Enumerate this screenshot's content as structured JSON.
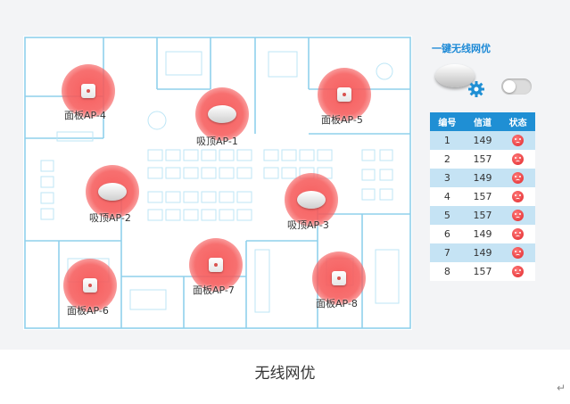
{
  "panel": {
    "title": "一键无线网优",
    "toggle_on": false,
    "table": {
      "headers": [
        "编号",
        "信道",
        "状态"
      ],
      "rows": [
        {
          "id": "1",
          "channel": "149",
          "status": "bad"
        },
        {
          "id": "2",
          "channel": "157",
          "status": "bad"
        },
        {
          "id": "3",
          "channel": "149",
          "status": "bad"
        },
        {
          "id": "4",
          "channel": "157",
          "status": "bad"
        },
        {
          "id": "5",
          "channel": "157",
          "status": "bad"
        },
        {
          "id": "6",
          "channel": "149",
          "status": "bad"
        },
        {
          "id": "7",
          "channel": "149",
          "status": "bad"
        },
        {
          "id": "8",
          "channel": "157",
          "status": "bad"
        }
      ]
    }
  },
  "aps": [
    {
      "label": "面板AP-4",
      "type": "panel"
    },
    {
      "label": "吸顶AP-1",
      "type": "ceiling"
    },
    {
      "label": "面板AP-5",
      "type": "panel"
    },
    {
      "label": "吸顶AP-2",
      "type": "ceiling"
    },
    {
      "label": "吸顶AP-3",
      "type": "ceiling"
    },
    {
      "label": "面板AP-7",
      "type": "panel"
    },
    {
      "label": "面板AP-6",
      "type": "panel"
    },
    {
      "label": "面板AP-8",
      "type": "panel"
    }
  ],
  "colors": {
    "accent": "#1f8fd4",
    "ap_signal": "#f65656",
    "wall": "#8fd0ec"
  },
  "caption": "无线网优",
  "return_mark": "↵"
}
